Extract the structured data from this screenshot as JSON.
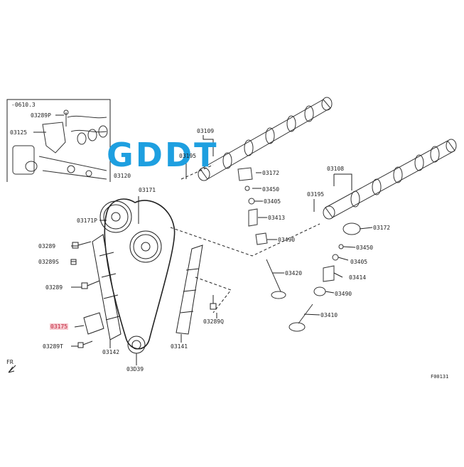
{
  "watermark": "GDDT",
  "inset_note": "-0610.3",
  "fr_label": "FR",
  "figure_id": "F00131",
  "labels": {
    "p03289P": "03289P",
    "p03125": "03125",
    "p03109": "03109",
    "p03195a": "03195",
    "p03120": "03120",
    "p03171": "03171",
    "p03172a": "03172",
    "p03450a": "03450",
    "p03405a": "03405",
    "p03413": "03413",
    "p03490a": "03490",
    "p03108": "03108",
    "p03195b": "03195",
    "p03172b": "03172",
    "p03171P": "03171P",
    "p03289": "03289",
    "p03289S": "03289S",
    "p03289b": "03289",
    "p03450b": "03450",
    "p03414": "03414",
    "p03420": "03420",
    "p03405b": "03405",
    "p03490b": "03490",
    "p03410": "03410",
    "p03175": "03175",
    "p03289Q": "03289Q",
    "p03289T": "03289T",
    "p03142": "03142",
    "p03141": "03141",
    "p03039": "03D39"
  },
  "colors": {
    "watermark": "#1e9fe0",
    "highlight": "#f7c9cf",
    "highlight_text": "#c0213a",
    "line": "#222222"
  }
}
